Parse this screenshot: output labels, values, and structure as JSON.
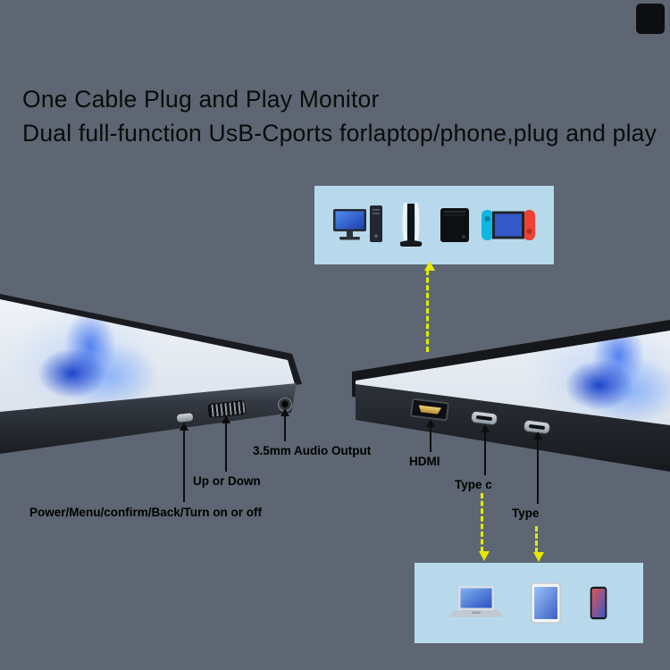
{
  "title": {
    "line1": "One Cable Plug and Play Monitor",
    "line2": "Dual full-function UsB-Cports forlaptop/phone,plug and play"
  },
  "annotations": {
    "audio_output": "3.5mm Audio Output",
    "up_or_down": "Up or Down",
    "power": "Power/Menu/confirm/Back/Turn on or off",
    "hdmi": "HDMI",
    "type_c": "Type c",
    "type": "Type"
  },
  "top_device_box": {
    "icons": [
      "desktop-pc-icon",
      "ps5-console-icon",
      "game-console-icon",
      "nintendo-switch-icon"
    ]
  },
  "bottom_device_box": {
    "icons": [
      "laptop-icon",
      "tablet-icon",
      "smartphone-icon"
    ]
  },
  "colors": {
    "background": "#5d6672",
    "device_box": "#b7d9eb",
    "arrow_yellow": "#e4ea00",
    "arrow_black": "#0e0e0e",
    "title_text": "#0b0b0b",
    "label_text": "#000000",
    "hdmi_gold": "#c9a43a"
  }
}
